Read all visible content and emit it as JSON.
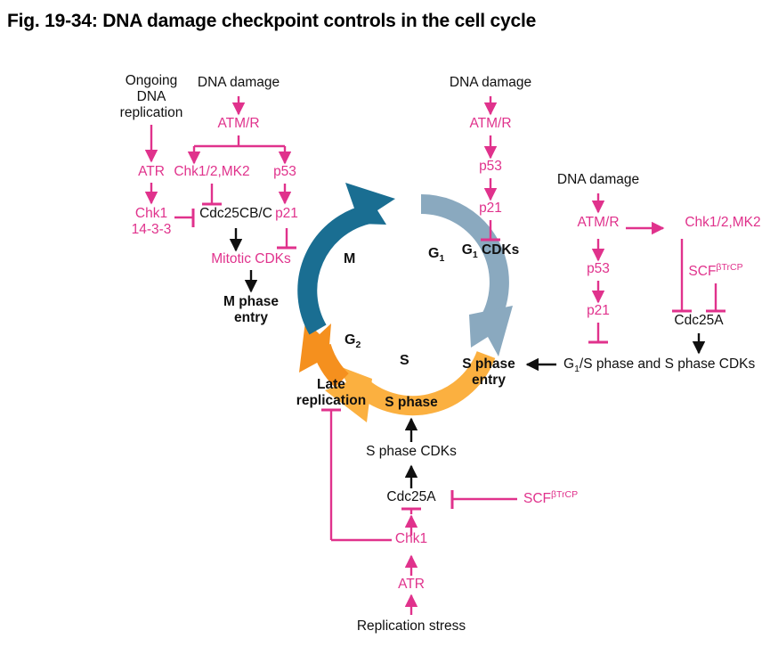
{
  "figure": {
    "title": "Fig. 19-34: DNA damage checkpoint controls in the cell cycle"
  },
  "colors": {
    "pink": "#e0328c",
    "black": "#101010",
    "m_arc": "#1a6e92",
    "g1_arc": "#8aa9bf",
    "s_arc": "#fbb040",
    "g2_arc": "#f5901e"
  },
  "cycle": {
    "phases": [
      {
        "key": "m",
        "label": "M",
        "color": "#1a6e92"
      },
      {
        "key": "g1",
        "label": "G",
        "sub": "1",
        "color": "#8aa9bf"
      },
      {
        "key": "s",
        "label": "S",
        "color": "#fbb040"
      },
      {
        "key": "g2",
        "label": "G",
        "sub": "2",
        "color": "#f5901e"
      }
    ]
  },
  "branches": {
    "m_phase": {
      "ongoing_replication": "Ongoing\nDNA\nreplication",
      "ongoing_line1": "Ongoing",
      "ongoing_line2": "DNA",
      "ongoing_line3": "replication",
      "dna_damage": "DNA damage",
      "atm_r": "ATM/R",
      "chk12_mk2": "Chk1/2,MK2",
      "p53": "p53",
      "atr": "ATR",
      "chk1": "Chk1",
      "chk1_1433": "14-3-3",
      "cdc25cb_c": "Cdc25CB/C",
      "p21": "p21",
      "mitotic_cdks": "Mitotic CDKs",
      "m_phase_entry_line1": "M phase",
      "m_phase_entry_line2": "entry"
    },
    "g1_phase": {
      "dna_damage": "DNA damage",
      "atm_r": "ATM/R",
      "p53": "p53",
      "p21": "p21",
      "g1_cdks_main": "G",
      "g1_cdks_sub": "1",
      "g1_cdks_rest": " CDKs"
    },
    "s_phase_right": {
      "dna_damage": "DNA damage",
      "atm_r": "ATM/R",
      "chk12_mk2": "Chk1/2,MK2",
      "scf_main": "SCF",
      "scf_sup": "βTrCP",
      "p53": "p53",
      "p21": "p21",
      "cdc25a": "Cdc25A",
      "cdks_pre": "G",
      "cdks_sub": "1",
      "cdks_rest": "/S phase and S phase CDKs",
      "s_phase_entry_line1": "S phase",
      "s_phase_entry_line2": "entry"
    },
    "replication_stress": {
      "s_phase": "S phase",
      "s_phase_cdks": "S phase CDKs",
      "cdc25a": "Cdc25A",
      "scf_main": "SCF",
      "scf_sup": "βTrCP",
      "chk1": "Chk1",
      "atr": "ATR",
      "replication_stress": "Replication stress",
      "late_replication_line1": "Late",
      "late_replication_line2": "replication"
    }
  }
}
